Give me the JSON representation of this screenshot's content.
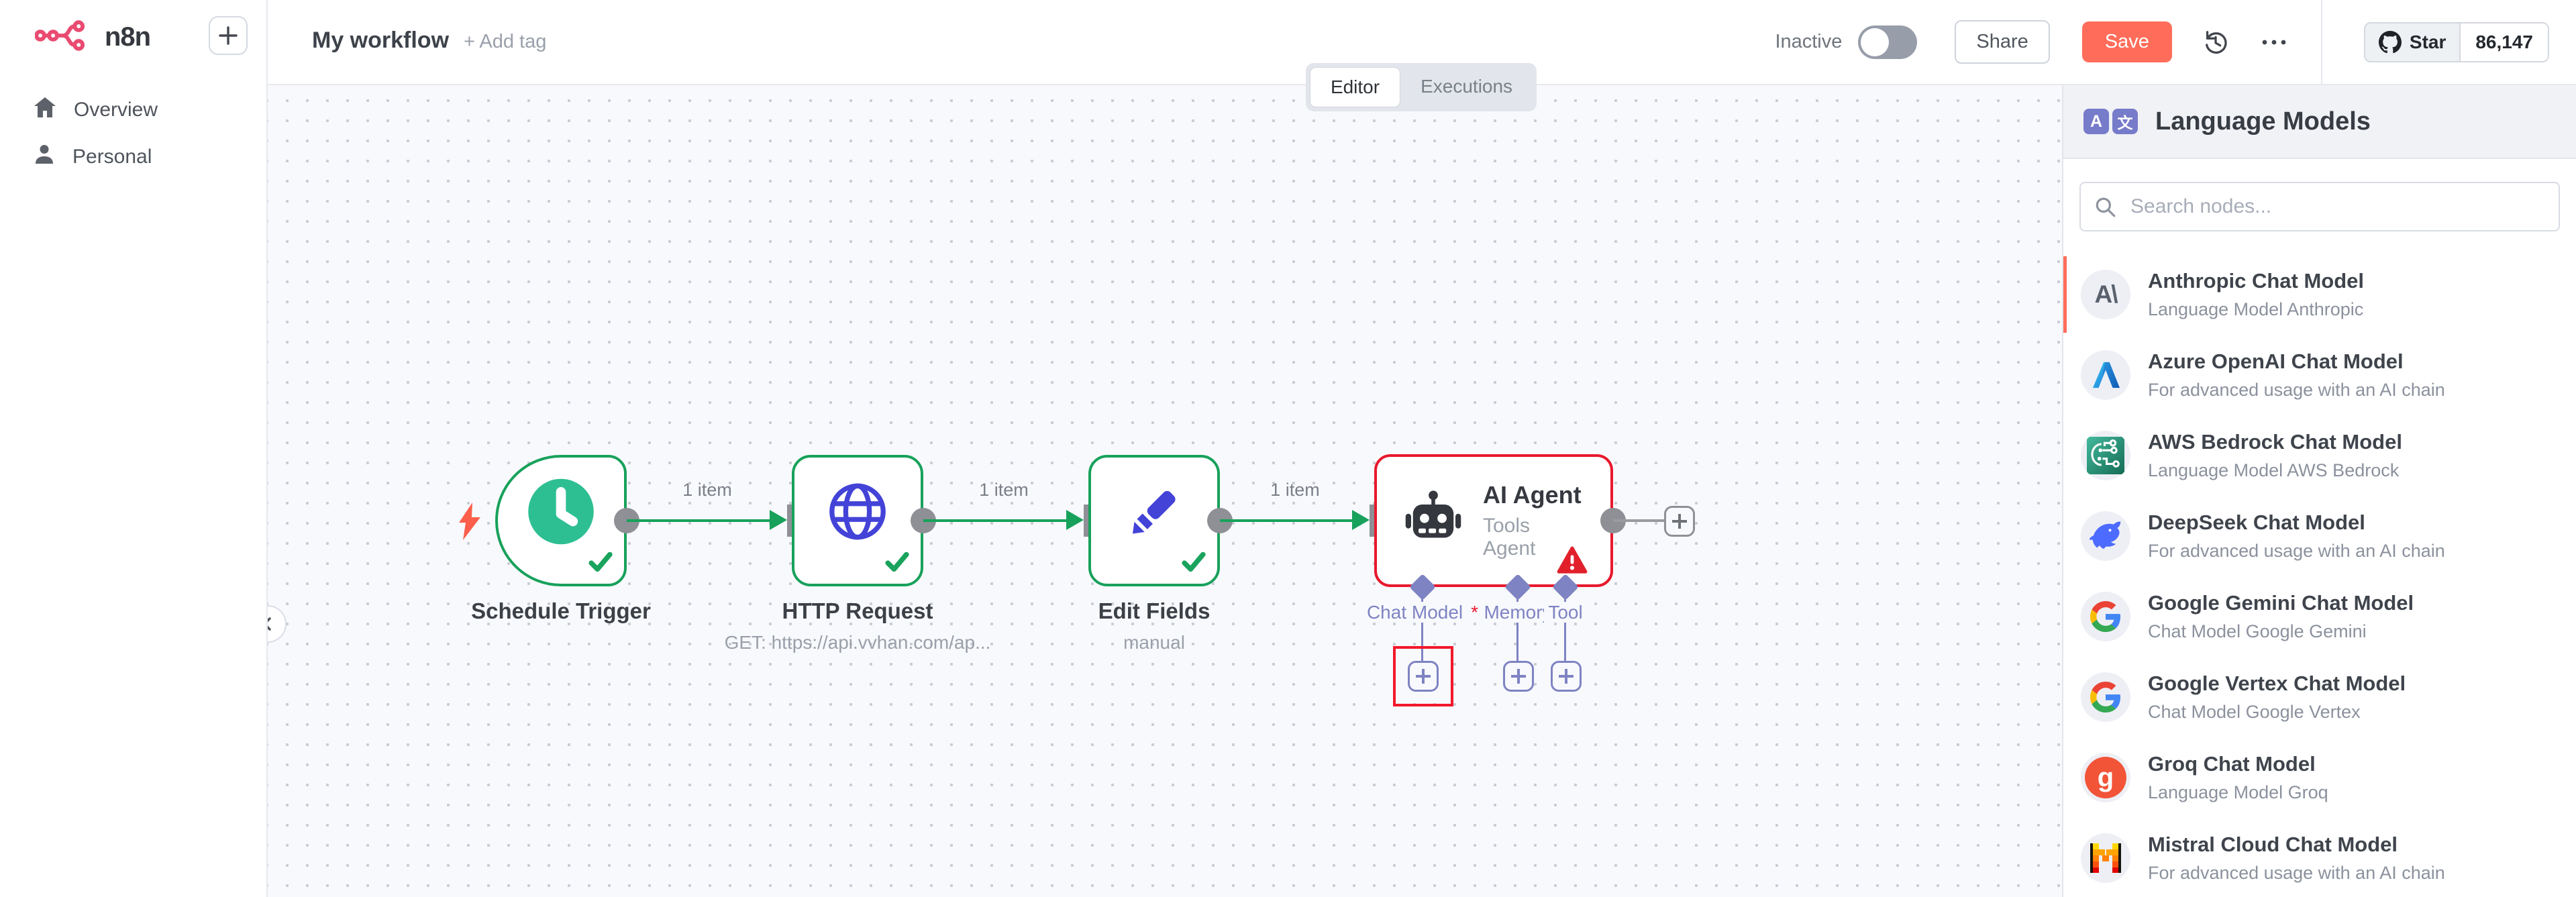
{
  "sidebar": {
    "logo_text": "n8n",
    "items": [
      {
        "label": "Overview"
      },
      {
        "label": "Personal"
      }
    ]
  },
  "topbar": {
    "workflow_title": "My workflow",
    "add_tag_label": "+ Add tag",
    "tabs": [
      {
        "label": "Editor"
      },
      {
        "label": "Executions"
      }
    ],
    "status_label": "Inactive",
    "share_label": "Share",
    "save_label": "Save",
    "github": {
      "star_label": "Star",
      "star_count": "86,147"
    }
  },
  "canvas": {
    "nodes": [
      {
        "title": "Schedule Trigger"
      },
      {
        "title": "HTTP Request",
        "subtitle": "GET: https://api.vvhan.com/ap..."
      },
      {
        "title": "Edit Fields",
        "subtitle": "manual"
      },
      {
        "title": "AI Agent",
        "subtitle": "Tools Agent"
      }
    ],
    "links": [
      {
        "label": "1 item"
      },
      {
        "label": "1 item"
      },
      {
        "label": "1 item"
      }
    ],
    "agent_inputs": [
      {
        "label": "Chat Model",
        "required": "*"
      },
      {
        "label": "Memory"
      },
      {
        "label": "Tool"
      }
    ]
  },
  "panel": {
    "title": "Language Models",
    "search_placeholder": "Search nodes...",
    "items": [
      {
        "title": "Anthropic Chat Model",
        "subtitle": "Language Model Anthropic"
      },
      {
        "title": "Azure OpenAI Chat Model",
        "subtitle": "For advanced usage with an AI chain"
      },
      {
        "title": "AWS Bedrock Chat Model",
        "subtitle": "Language Model AWS Bedrock"
      },
      {
        "title": "DeepSeek Chat Model",
        "subtitle": "For advanced usage with an AI chain"
      },
      {
        "title": "Google Gemini Chat Model",
        "subtitle": "Chat Model Google Gemini"
      },
      {
        "title": "Google Vertex Chat Model",
        "subtitle": "Chat Model Google Vertex"
      },
      {
        "title": "Groq Chat Model",
        "subtitle": "Language Model Groq"
      },
      {
        "title": "Mistral Cloud Chat Model",
        "subtitle": "For advanced usage with an AI chain"
      }
    ]
  },
  "colors": {
    "primary": "#ff6d5a",
    "success_green": "#18a15b",
    "error_red": "#e8182c",
    "connector_purple": "#7e83c3",
    "brand_pink": "#ea4b71"
  }
}
